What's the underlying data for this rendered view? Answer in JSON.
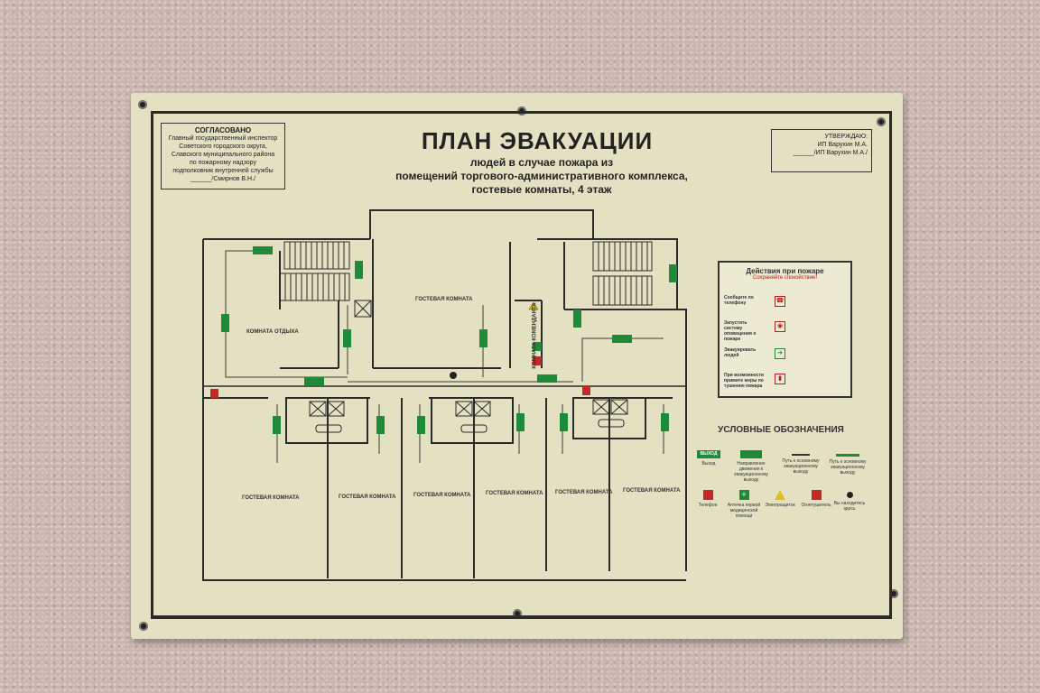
{
  "plan": {
    "title": "ПЛАН ЭВАКУАЦИИ",
    "subtitle_lines": [
      "людей в случае пожара из",
      "помещений торгового-административного комплекса,",
      "гостевые комнаты, 4 этаж"
    ]
  },
  "approved": {
    "heading": "СОГЛАСОВАНО",
    "lines": [
      "Главный государственный инспектор",
      "Советского городского округа,",
      "Славского муниципального района",
      "по пожарному надзору",
      "подполковник внутренней службы",
      "______/Смирнов В.Н./"
    ]
  },
  "approve": {
    "heading": "УТВЕРЖДАЮ:",
    "line1": "ИП Варухин М.А.",
    "line2": "______/ИП Варухин М.А./"
  },
  "rooms": {
    "guest": "ГОСТЕВАЯ КОМНАТА",
    "rest": "КОМНАТА ОТДЫХА",
    "commandant": "КОМНАТА КОМЕНДАНТА"
  },
  "actions": {
    "title": "Действия при пожаре",
    "subtitle": "Сохраняйте спокойствие!",
    "steps": [
      {
        "label": "Сообщите по телефону",
        "icon": "phone-icon"
      },
      {
        "label": "Запустить систему оповещения о пожаре",
        "icon": "alarm-icon"
      },
      {
        "label": "Эвакуировать людей",
        "icon": "exit-icon"
      },
      {
        "label": "При возможности примите меры по тушению пожара",
        "icon": "extinguisher-icon"
      }
    ]
  },
  "legend": {
    "title": "УСЛОВНЫЕ ОБОЗНАЧЕНИЯ",
    "items": [
      {
        "label": "Выход",
        "badge": "ВЫХОД"
      },
      {
        "label": "Направление движения к эвакуационному выходу"
      },
      {
        "label": "Путь к основному эвакуационному выходу"
      },
      {
        "label": "Путь к основному эвакуационному выходу"
      },
      {
        "label": "Телефон"
      },
      {
        "label": "Аптечка первой медицинской помощи"
      },
      {
        "label": "Электрощиток"
      },
      {
        "label": "Огнетушитель"
      },
      {
        "label": "Вы находитесь здесь"
      }
    ]
  },
  "colors": {
    "board": "#e4e1c2",
    "exit_green": "#1f8a3a",
    "fire_red": "#c62828",
    "warn_yellow": "#e0c020"
  }
}
